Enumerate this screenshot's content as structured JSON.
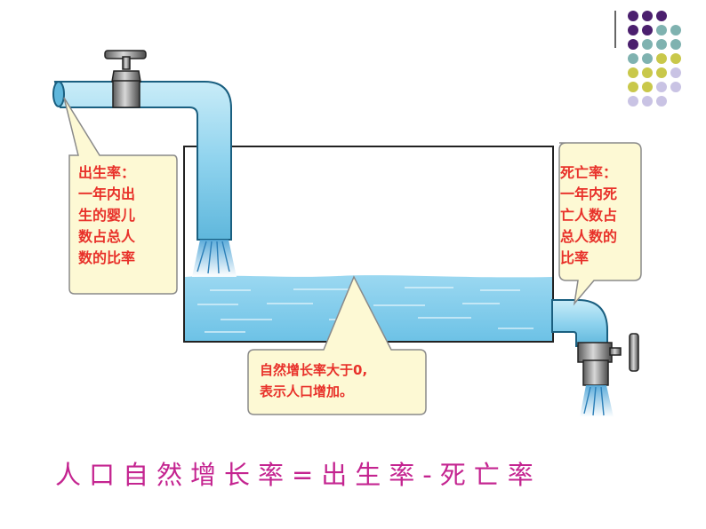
{
  "callouts": {
    "birth_rate": "出生率：\n一年内出\n生的婴儿\n数占总人\n数的比率",
    "death_rate": "死亡率：\n一年内死\n亡人数占\n总人数的\n比率",
    "natural_growth": "自然增长率大于0,\n表示人口增加。"
  },
  "formula": "人口自然增长率=出生率-死亡率",
  "colors": {
    "callout_text": "#e8312a",
    "formula_text": "#c42490",
    "pipe_fill": "#8fd3ee",
    "water_fill": "#a6dcf2",
    "callout_fill": "#fdf9d4",
    "dot_purple": "#4b1f6e",
    "dot_teal": "#7fb2b0",
    "dot_yellow": "#c9c84a",
    "dot_lavender": "#c9c3e4"
  },
  "icons": {
    "inflow_tap": "water-tap-icon",
    "outflow_tap": "water-tap-icon",
    "decoration": "dot-grid-icon"
  }
}
